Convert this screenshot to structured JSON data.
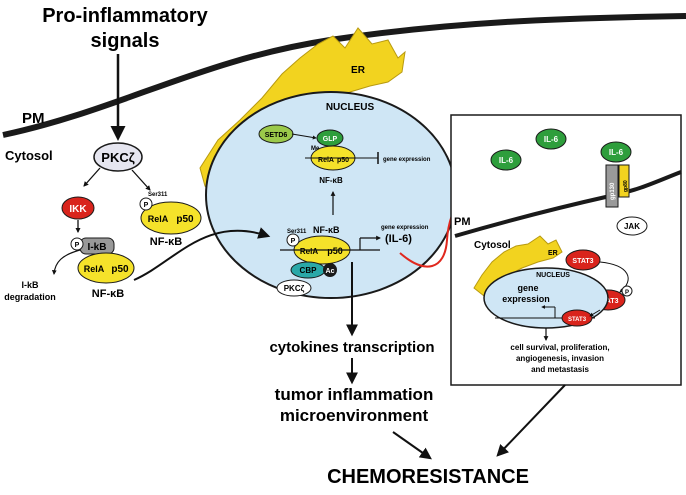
{
  "title_line1": "Pro-inflammatory",
  "title_line2": "signals",
  "pm": "PM",
  "cytosol": "Cytosol",
  "pkc": "PKCζ",
  "ikk": "IKK",
  "p": "P",
  "ikb": "I-kB",
  "rela": "RelA",
  "p50": "p50",
  "nfkb": "NF-κB",
  "ikb_deg_line1": "I-kB",
  "ikb_deg_line2": "degradation",
  "ser311": "Ser311",
  "er": "ER",
  "nucleus": "NUCLEUS",
  "setd6": "SETD6",
  "glp": "GLP",
  "me": "Me",
  "gene_expression": "gene expression",
  "gene_expression_il6": "gene expression",
  "il6_paren": "(IL-6)",
  "cbp": "CBP",
  "ac": "Ac",
  "cytokines": "cytokines transcription",
  "tumor_line1": "tumor inflammation",
  "tumor_line2": "microenvironment",
  "chemoresistance": "CHEMORESISTANCE",
  "inset": {
    "il6": "IL-6",
    "gp130": "gp130",
    "gp80": "gp80",
    "jak": "JAK",
    "stat3": "STAT3",
    "pm": "PM",
    "cytosol": "Cytosol",
    "er": "ER",
    "nucleus": "NUCLEUS",
    "gene_line1": "gene",
    "gene_line2": "expression",
    "outcome_line1": "cell survival, proliferation,",
    "outcome_line2": "angiogenesis, invasion",
    "outcome_line3": "and metastasis"
  },
  "colors": {
    "membrane": "#1a1a1a",
    "er": "#f2d31f",
    "nucleus": "#cfe6f5",
    "yellow_protein": "#f5e22a",
    "red_protein": "#d9241c",
    "green_protein": "#2e9e3c",
    "teal_protein": "#2aa8a8",
    "red_arrow": "#e0281e"
  }
}
